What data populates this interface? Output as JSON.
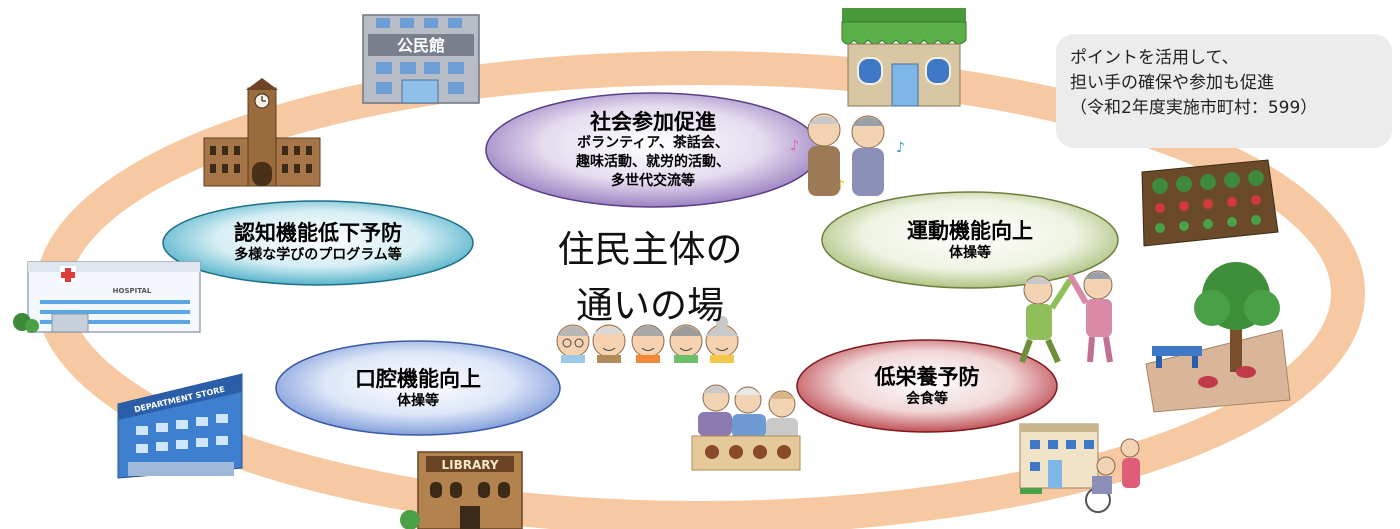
{
  "center": {
    "line1": "住民主体の",
    "line2": "通いの場"
  },
  "activities": [
    {
      "title": "社会参加促進",
      "lines": [
        "ボランティア、茶話会、",
        "趣味活動、就労的活動、",
        "多世代交流等"
      ],
      "color": "#8d6fb8"
    },
    {
      "title": "認知機能低下予防",
      "lines": [
        "多様な学びのプログラム等"
      ],
      "color": "#3aa7c2"
    },
    {
      "title": "運動機能向上",
      "lines": [
        "体操等"
      ],
      "color": "#9fb86a"
    },
    {
      "title": "口腔機能向上",
      "lines": [
        "体操等"
      ],
      "color": "#6f8fd4"
    },
    {
      "title": "低栄養予防",
      "lines": [
        "会食等"
      ],
      "color": "#b5343a"
    }
  ],
  "callout": {
    "lines": [
      "ポイントを活用して、",
      "担い手の確保や参加も促進",
      "（令和2年度実施市町村：599）"
    ]
  },
  "signs": {
    "community_hall": "公民館",
    "hospital": "HOSPITAL",
    "department_store": "DEPARTMENT STORE",
    "library": "LIBRARY"
  },
  "colors": {
    "ring": "#f7c9a3",
    "bubble": "#ececec"
  }
}
